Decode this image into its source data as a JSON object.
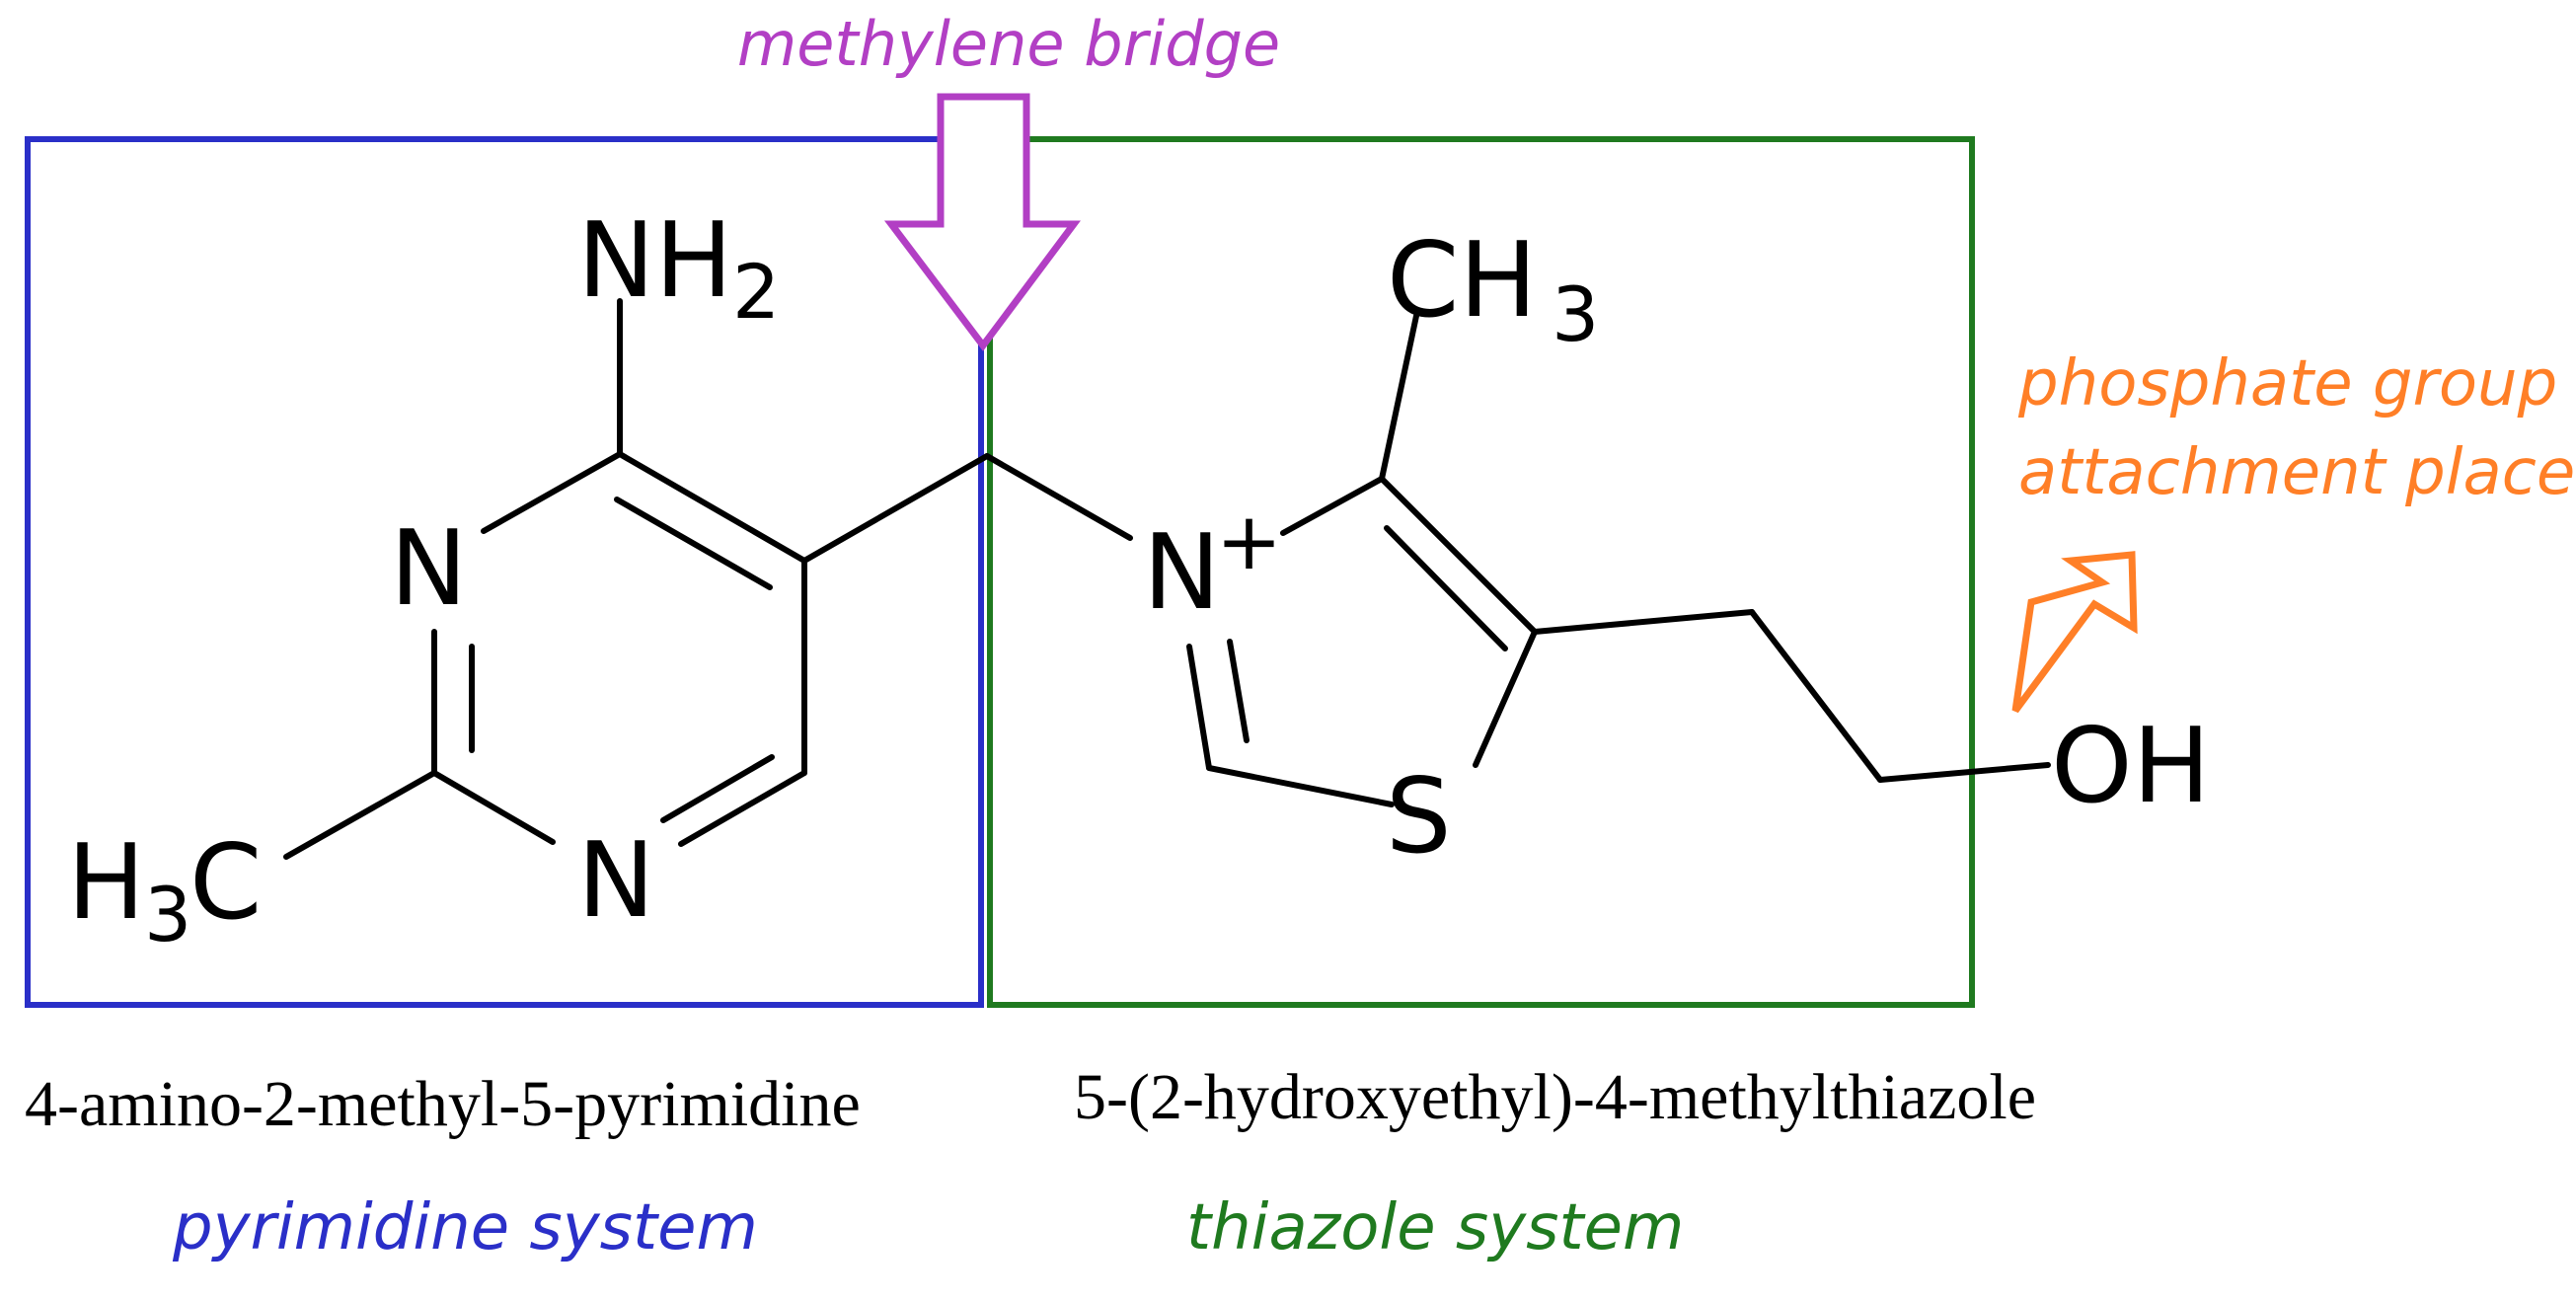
{
  "annotations": {
    "methylene_bridge": "methylene bridge",
    "phosphate_line1": "phosphate group",
    "phosphate_line2": "attachment place"
  },
  "labels": {
    "left_iupac": "4-amino-2-methyl-5-pyrimidine",
    "right_iupac": "5-(2-hydroxyethyl)-4-methylthiazole",
    "left_system": "pyrimidine system",
    "right_system": "thiazole system"
  },
  "atoms": {
    "n": "N",
    "s": "S",
    "oh": "OH",
    "nh": "NH",
    "ch": "CH",
    "h": "H",
    "c": "C",
    "sub2": "2",
    "sub3": "3",
    "plus": "+"
  },
  "colors": {
    "pyrimidine": "#2a2fc8",
    "thiazole": "#1f7a1f",
    "methylene": "#b23fc4",
    "phosphate": "#ff7f27",
    "bond": "#000000"
  }
}
